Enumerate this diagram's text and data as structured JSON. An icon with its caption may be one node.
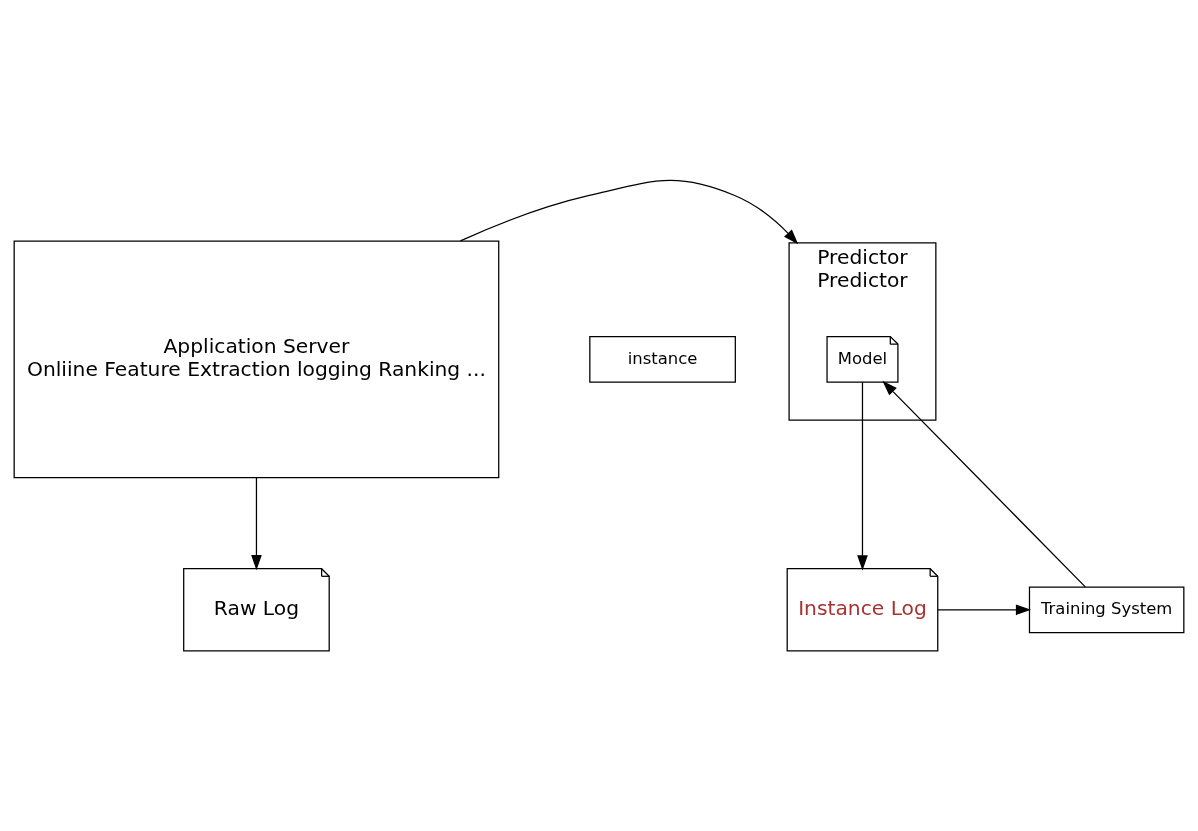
{
  "diagram": {
    "nodes": [
      {
        "text": [
          "Application Server",
          "Onliine Feature Extraction logging Ranking ..."
        ]
      },
      {
        "text": [
          "instance"
        ]
      },
      {
        "text": [
          "Predictor",
          "Predictor"
        ]
      },
      {
        "text": [
          "Model"
        ],
        "in": 2
      },
      {
        "text": [
          "Raw Log"
        ]
      },
      {
        "text": [
          "Instance Log"
        ]
      },
      {
        "text": [
          "Training System"
        ]
      }
    ],
    "edges": [
      {
        "from": 0,
        "to": 2,
        "arrow": "to"
      },
      {
        "from": 0,
        "to": 4,
        "arrow": "to"
      },
      {
        "from": 3,
        "to": 5,
        "arrow": "to"
      },
      {
        "from": 5,
        "to": 6,
        "arrow": "to"
      },
      {
        "from": 6,
        "to": 3,
        "arrow": "to"
      }
    ]
  }
}
